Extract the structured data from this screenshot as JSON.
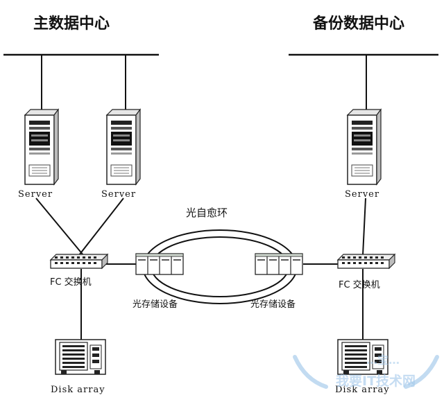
{
  "primary_center": {
    "title": "主数据中心",
    "servers": [
      "Server",
      "Server"
    ],
    "switch_label": "FC 交换机",
    "storage_label": "光存储设备",
    "disk_label": "Disk array"
  },
  "backup_center": {
    "title": "备份数据中心",
    "servers": [
      "Server"
    ],
    "switch_label": "FC 交换机",
    "storage_label": "光存储设备",
    "disk_label": "Disk array"
  },
  "ring": {
    "label": "光自愈环"
  },
  "watermark": {
    "text": "我要IT技术网",
    "logo_text": "…宝…"
  }
}
